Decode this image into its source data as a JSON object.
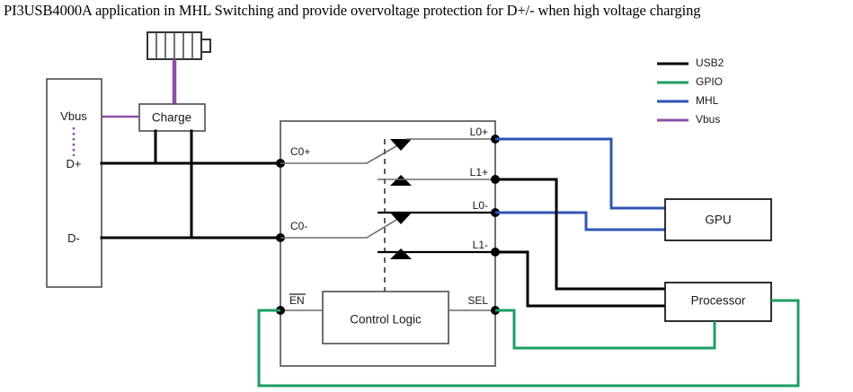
{
  "title": "PI3USB4000A application in MHL Switching and provide overvoltage protection for D+/- when high voltage charging",
  "legend": {
    "items": [
      {
        "label": "USB2",
        "color": "#000000",
        "icon": "line-swatch-icon"
      },
      {
        "label": "GPIO",
        "color": "#1d9e62",
        "icon": "line-swatch-icon"
      },
      {
        "label": "MHL",
        "color": "#2f55b5",
        "icon": "line-swatch-icon"
      },
      {
        "label": "Vbus",
        "color": "#8e4ea8",
        "icon": "line-swatch-icon"
      }
    ]
  },
  "blocks": {
    "connector": {
      "pins": [
        {
          "name": "Vbus"
        },
        {
          "name": "D+"
        },
        {
          "name": "D-"
        }
      ]
    },
    "charge": {
      "label": "Charge"
    },
    "battery": {
      "icon": "battery-icon",
      "cells": 6
    },
    "switch_ic": {
      "left_pins": [
        {
          "name": "C0+"
        },
        {
          "name": "C0-"
        }
      ],
      "right_pins": [
        {
          "name": "L0+"
        },
        {
          "name": "L1+"
        },
        {
          "name": "L0-"
        },
        {
          "name": "L1-"
        }
      ],
      "control_pins": [
        {
          "name": "EN",
          "overline": true
        },
        {
          "name": "SEL",
          "overline": false
        }
      ],
      "control_logic": {
        "label": "Control Logic"
      }
    },
    "gpu": {
      "label": "GPU"
    },
    "processor": {
      "label": "Processor"
    }
  },
  "colors": {
    "usb2": "#000000",
    "gpio": "#1d9e62",
    "mhl": "#2f55b5",
    "vbus": "#8e4ea8",
    "outline": "#4d4d4d",
    "background": "#ffffff"
  }
}
